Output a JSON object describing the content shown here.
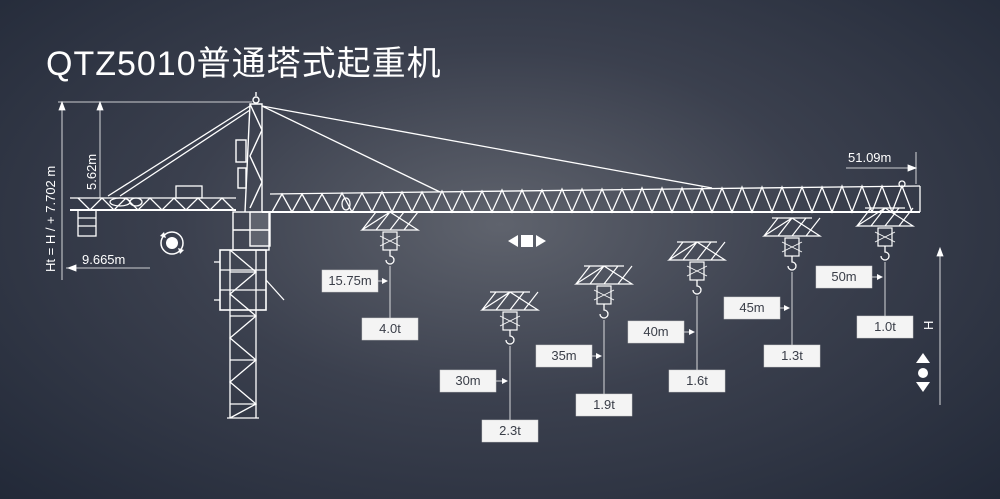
{
  "title": "QTZ5010普通塔式起重机",
  "dimensions": {
    "height_formula": "Ht = H / + 7.702 m",
    "cab_height": "5.62m",
    "counter_jib_length": "9.665m",
    "jib_length": "51.09m",
    "hook_height": "H"
  },
  "load_points": [
    {
      "radius": "15.75m",
      "load": "4.0t"
    },
    {
      "radius": "30m",
      "load": "2.3t"
    },
    {
      "radius": "35m",
      "load": "1.9t"
    },
    {
      "radius": "40m",
      "load": "1.6t"
    },
    {
      "radius": "45m",
      "load": "1.3t"
    },
    {
      "radius": "50m",
      "load": "1.0t"
    }
  ],
  "icons": [
    "slewing-icon",
    "trolley-travel-icon",
    "hoist-up-down-icon"
  ]
}
